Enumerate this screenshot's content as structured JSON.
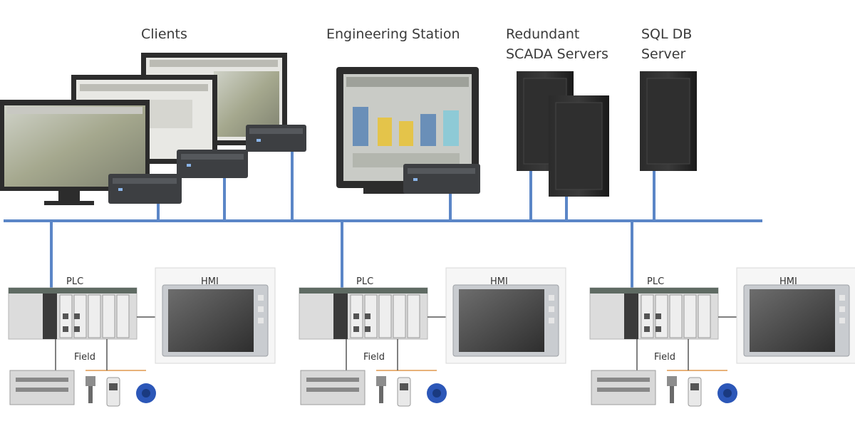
{
  "diagram": {
    "labels": {
      "clients": "Clients",
      "engineering_station": "Engineering Station",
      "redundant_scada_line1": "Redundant",
      "redundant_scada_line2": "SCADA Servers",
      "sql_db_line1": "SQL DB",
      "sql_db_line2": "Server"
    },
    "cells": [
      {
        "plc": "PLC",
        "hmi": "HMI",
        "field": "Field"
      },
      {
        "plc": "PLC",
        "hmi": "HMI",
        "field": "Field"
      },
      {
        "plc": "PLC",
        "hmi": "HMI",
        "field": "Field"
      }
    ],
    "colors": {
      "network_bus": "#5b86c7",
      "server_body": "#222222",
      "screen_frame": "#2c2c2c",
      "device_gray": "#d5d5d5",
      "field_wire": "#e8b27a",
      "valve_blue": "#2c57b8"
    },
    "icons": [
      "monitor-icon",
      "mini-pc-icon",
      "tower-server-icon",
      "plc-rack-icon",
      "hmi-panel-icon",
      "valve-icon",
      "sensor-icon",
      "remote-io-icon"
    ]
  }
}
